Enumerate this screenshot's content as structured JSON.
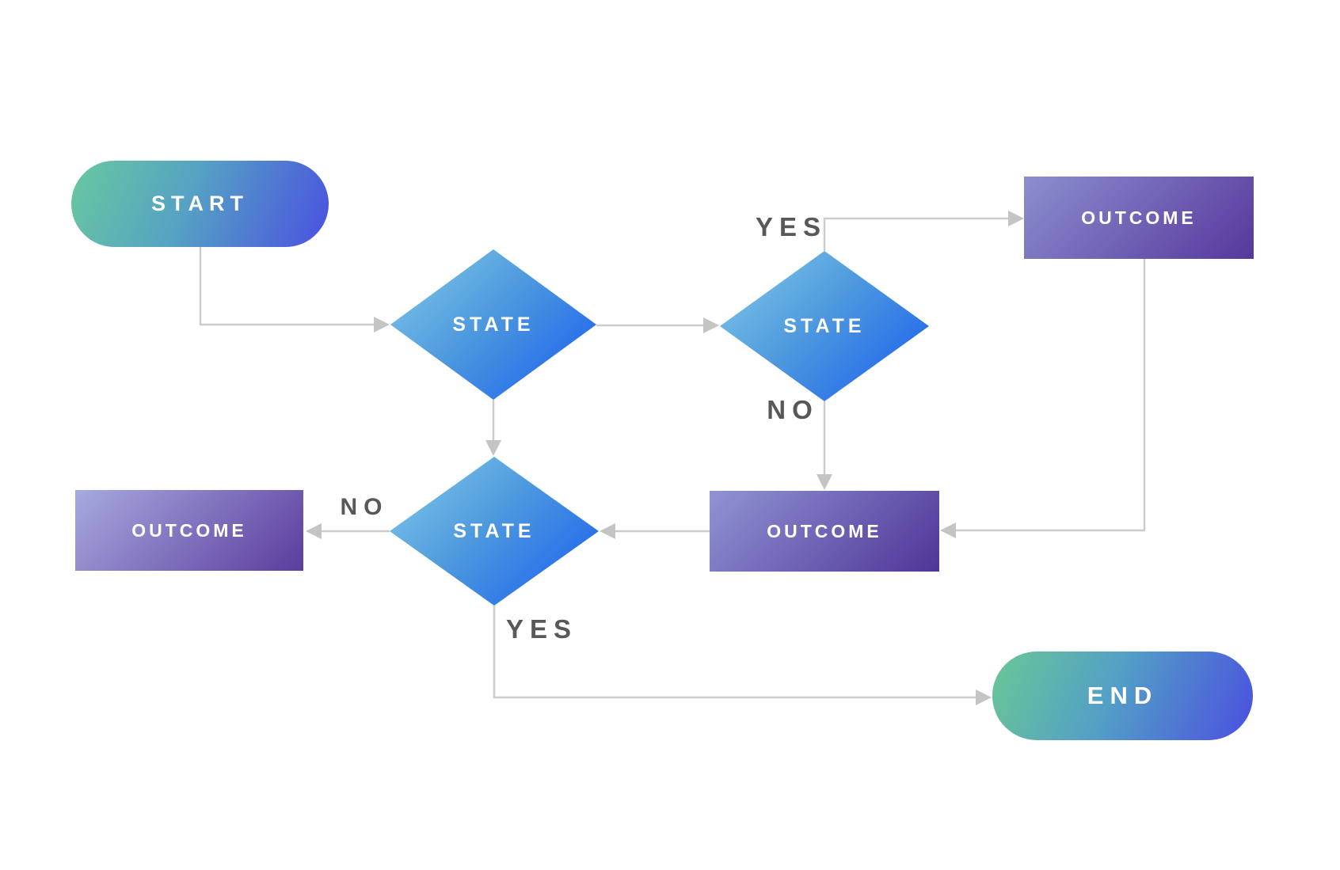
{
  "diagram": {
    "type": "flowchart",
    "nodes": {
      "start": {
        "label": "START",
        "shape": "pill"
      },
      "state1": {
        "label": "STATE",
        "shape": "diamond"
      },
      "state2": {
        "label": "STATE",
        "shape": "diamond"
      },
      "state3": {
        "label": "STATE",
        "shape": "diamond"
      },
      "outcome_top_right": {
        "label": "OUTCOME",
        "shape": "rectangle"
      },
      "outcome_middle": {
        "label": "OUTCOME",
        "shape": "rectangle"
      },
      "outcome_left": {
        "label": "OUTCOME",
        "shape": "rectangle"
      },
      "end": {
        "label": "END",
        "shape": "pill"
      }
    },
    "edge_labels": {
      "state2_yes": "YES",
      "state2_no": "NO",
      "state3_no": "NO",
      "state3_yes": "YES"
    },
    "edges": [
      {
        "from": "start",
        "to": "state1",
        "label": ""
      },
      {
        "from": "state1",
        "to": "state2",
        "label": ""
      },
      {
        "from": "state2",
        "to": "outcome_top_right",
        "label": "YES"
      },
      {
        "from": "state2",
        "to": "outcome_middle",
        "label": "NO"
      },
      {
        "from": "outcome_top_right",
        "to": "outcome_middle",
        "label": ""
      },
      {
        "from": "outcome_middle",
        "to": "state3",
        "label": ""
      },
      {
        "from": "state1",
        "to": "state3",
        "label": ""
      },
      {
        "from": "state3",
        "to": "outcome_left",
        "label": "NO"
      },
      {
        "from": "state3",
        "to": "end",
        "label": "YES"
      }
    ],
    "colors": {
      "pill_gradient_start": "#69c89f",
      "pill_gradient_end": "#4a50e1",
      "diamond_gradient_start": "#86cdea",
      "diamond_gradient_end": "#175cef",
      "outcome_gradient_start": "#9094d5",
      "outcome_gradient_end": "#523898",
      "connector_gray": "#cbcdcc",
      "arrowhead_gray": "#c3c5c4",
      "edge_label_text": "#58585a",
      "node_label_text": "#ffffff",
      "background": "#ffffff"
    }
  }
}
